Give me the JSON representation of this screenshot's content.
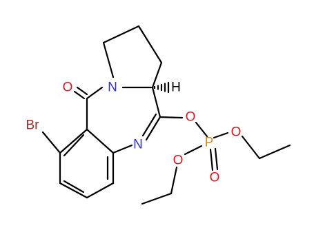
{
  "molecule": {
    "atoms": {
      "O_carbonyl": {
        "label": "O",
        "color": "#e8141c"
      },
      "N_ring": {
        "label": "N",
        "color": "#3030d8"
      },
      "H_stereo": {
        "label": "H",
        "color": "#000000"
      },
      "Br": {
        "label": "Br",
        "color": "#a52a2a"
      },
      "N_imine": {
        "label": "N",
        "color": "#3030d8"
      },
      "O_ester1": {
        "label": "O",
        "color": "#e8141c"
      },
      "P": {
        "label": "P",
        "color": "#d08a20"
      },
      "O_ester2": {
        "label": "O",
        "color": "#e8141c"
      },
      "O_ester3": {
        "label": "O",
        "color": "#e8141c"
      },
      "O_phosphoryl": {
        "label": "O",
        "color": "#e8141c"
      }
    },
    "colors": {
      "bond": "#000000",
      "oxygen": "#e8141c",
      "nitrogen": "#3030d8",
      "phosphorus": "#d08a20",
      "bromine": "#a52a2a"
    }
  }
}
